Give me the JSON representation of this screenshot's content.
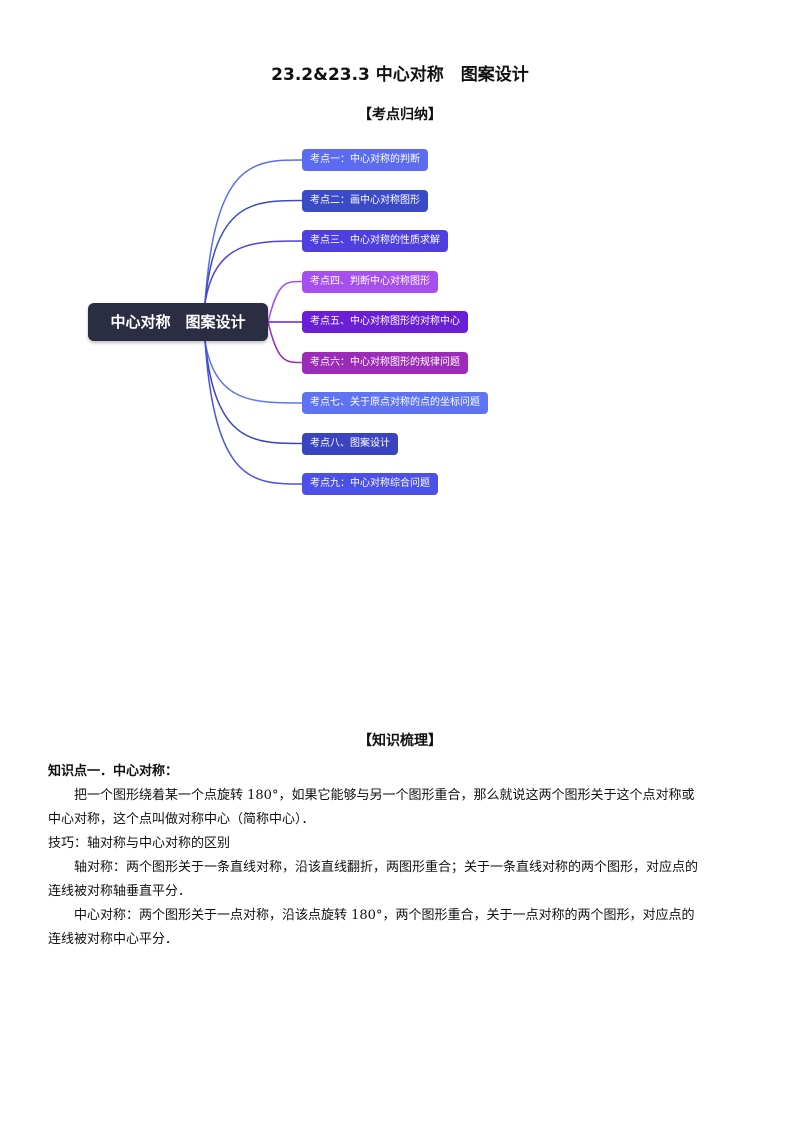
{
  "header": {
    "title": "23.2&23.3 中心对称　图案设计",
    "subtitle": "【考点归纳】"
  },
  "mindmap": {
    "root": "中心对称　图案设计",
    "nodes": [
      {
        "label": "考点一：中心对称的判断",
        "color": "#5b6cf0"
      },
      {
        "label": "考点二：画中心对称图形",
        "color": "#3b4bc8"
      },
      {
        "label": "考点三、中心对称的性质求解",
        "color": "#4f3fe0"
      },
      {
        "label": "考点四、判断中心对称图形",
        "color": "#a64ff0"
      },
      {
        "label": "考点五、中心对称图形的对称中心",
        "color": "#6a1fd6"
      },
      {
        "label": "考点六：中心对称图形的规律问题",
        "color": "#9b2bb8"
      },
      {
        "label": "考点七、关于原点对称的点的坐标问题",
        "color": "#5e74f2"
      },
      {
        "label": "考点八、图案设计",
        "color": "#3a44c0"
      },
      {
        "label": "考点九：中心对称综合问题",
        "color": "#4b50e6"
      }
    ]
  },
  "knowledge": {
    "section_title": "【知识梳理】",
    "point_title": "知识点一．中心对称：",
    "definition_1": "把一个图形绕着某一个点旋转 180°，如果它能够与另一个图形重合，那么就说这两个图形关于这个点对称或",
    "definition_2": "中心对称，这个点叫做对称中心（简称中心）．",
    "tip": "技巧：轴对称与中心对称的区别",
    "axis_1": "轴对称：两个图形关于一条直线对称，沿该直线翻折，两图形重合；关于一条直线对称的两个图形，对应点的",
    "axis_2": "连线被对称轴垂直平分．",
    "central_1": "中心对称：两个图形关于一点对称，沿该点旋转 180°，两个图形重合，关于一点对称的两个图形，对应点的",
    "central_2": "连线被对称中心平分．"
  }
}
